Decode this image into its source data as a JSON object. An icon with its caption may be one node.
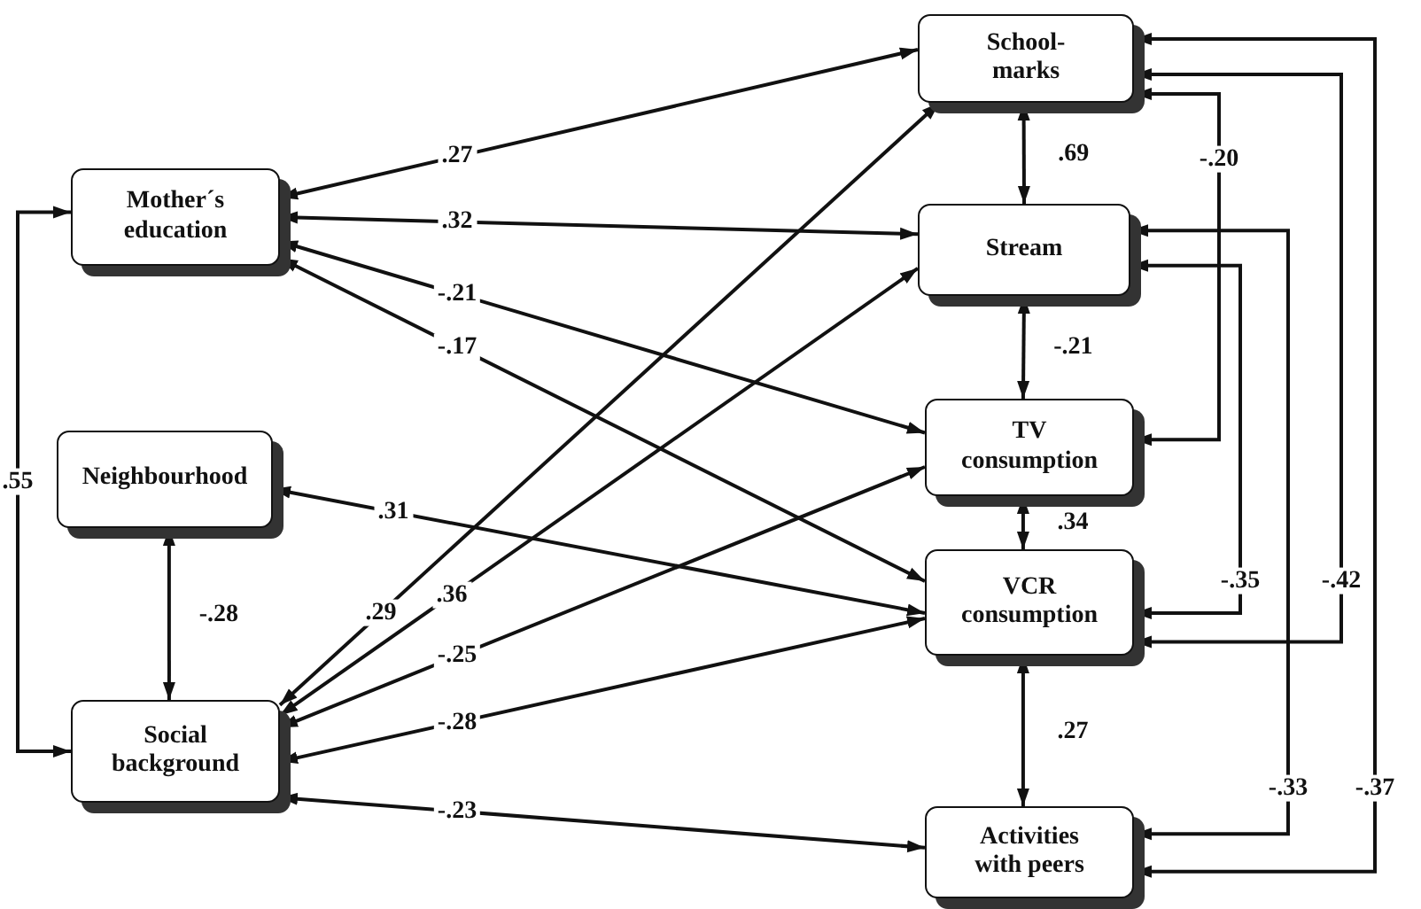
{
  "diagram": {
    "nodes": [
      {
        "text": [
          "Mother´s education"
        ]
      },
      {
        "text": [
          "Neighbourhood"
        ]
      },
      {
        "text": [
          "Social background"
        ]
      },
      {
        "text": [
          "School-marks"
        ]
      },
      {
        "text": [
          "Stream"
        ]
      },
      {
        "text": [
          "TV consumption"
        ]
      },
      {
        "text": [
          "VCR consumption"
        ]
      },
      {
        "text": [
          "Activities with peers"
        ]
      }
    ],
    "edges": [
      {
        "from": 0,
        "to": 3,
        "arrow": "both",
        "label": ".27"
      },
      {
        "from": 0,
        "to": 4,
        "arrow": "both",
        "label": ".32"
      },
      {
        "from": 0,
        "to": 5,
        "arrow": "both",
        "label": "-.21"
      },
      {
        "from": 0,
        "to": 6,
        "arrow": "both",
        "label": "-.17"
      },
      {
        "from": 0,
        "to": 2,
        "arrow": "both",
        "label": ".55"
      },
      {
        "from": 1,
        "to": 6,
        "arrow": "both",
        "label": ".31"
      },
      {
        "from": 1,
        "to": 2,
        "arrow": "both",
        "label": "-.28"
      },
      {
        "from": 2,
        "to": 3,
        "arrow": "both",
        "label": ".29"
      },
      {
        "from": 2,
        "to": 4,
        "arrow": "both",
        "label": ".36"
      },
      {
        "from": 2,
        "to": 5,
        "arrow": "both",
        "label": "-.25"
      },
      {
        "from": 2,
        "to": 6,
        "arrow": "both",
        "label": "-.28"
      },
      {
        "from": 2,
        "to": 7,
        "arrow": "both",
        "label": "-.23"
      },
      {
        "from": 3,
        "to": 4,
        "arrow": "both",
        "label": ".69"
      },
      {
        "from": 4,
        "to": 5,
        "arrow": "both",
        "label": "-.21"
      },
      {
        "from": 5,
        "to": 6,
        "arrow": "both",
        "label": ".34"
      },
      {
        "from": 6,
        "to": 7,
        "arrow": "both",
        "label": ".27"
      },
      {
        "from": 3,
        "to": 5,
        "arrow": "both",
        "label": "-.20"
      },
      {
        "from": 4,
        "to": 6,
        "arrow": "both",
        "label": "-.35"
      },
      {
        "from": 4,
        "to": 7,
        "arrow": "both",
        "label": "-.33"
      },
      {
        "from": 3,
        "to": 6,
        "arrow": "both",
        "label": "-.42"
      },
      {
        "from": 3,
        "to": 7,
        "arrow": "both",
        "label": "-.37"
      }
    ]
  }
}
